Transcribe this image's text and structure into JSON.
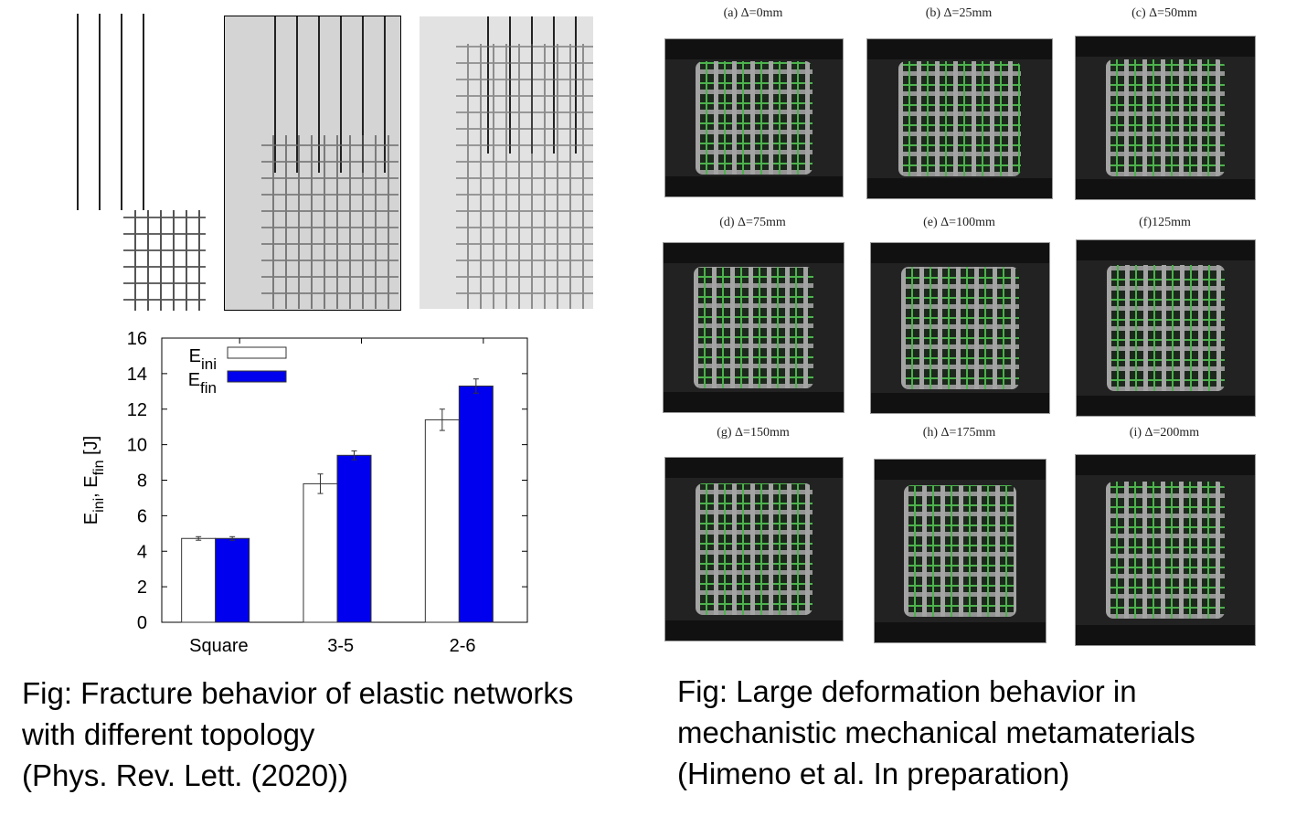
{
  "left_caption": [
    "Fig: Fracture behavior of elastic networks",
    "with different topology",
    "(Phys. Rev. Lett. (2020))"
  ],
  "right_caption": [
    "Fig: Large deformation behavior in",
    "mechanistic mechanical metamaterials",
    "(Himeno et al. In preparation)"
  ],
  "panels": [
    "(a) Δ=0mm",
    "(b) Δ=25mm",
    "(c) Δ=50mm",
    "(d) Δ=75mm",
    "(e) Δ=100mm",
    "(f)125mm",
    "(g) Δ=150mm",
    "(h) Δ=175mm",
    "(i) Δ=200mm"
  ],
  "chart_data": {
    "type": "bar",
    "categories": [
      "Square",
      "3-5",
      "2-6"
    ],
    "series": [
      {
        "name": "E_ini",
        "label_main": "E",
        "label_sub": "ini",
        "color": "#ffffff",
        "values": [
          4.72,
          7.8,
          11.4
        ],
        "errors": [
          0.1,
          0.55,
          0.6
        ]
      },
      {
        "name": "E_fin",
        "label_main": "E",
        "label_sub": "fin",
        "color": "#0000ee",
        "values": [
          4.72,
          9.4,
          13.3
        ],
        "errors": [
          0.1,
          0.25,
          0.4
        ]
      }
    ],
    "ylabel": "E_ini, E_fin [J]",
    "ylabel_parts": [
      "E",
      "ini",
      ", E",
      "fin",
      " [J]"
    ],
    "ylim": [
      0,
      16
    ],
    "yticks": [
      0,
      2,
      4,
      6,
      8,
      10,
      12,
      14,
      16
    ],
    "legend": "top-left"
  }
}
